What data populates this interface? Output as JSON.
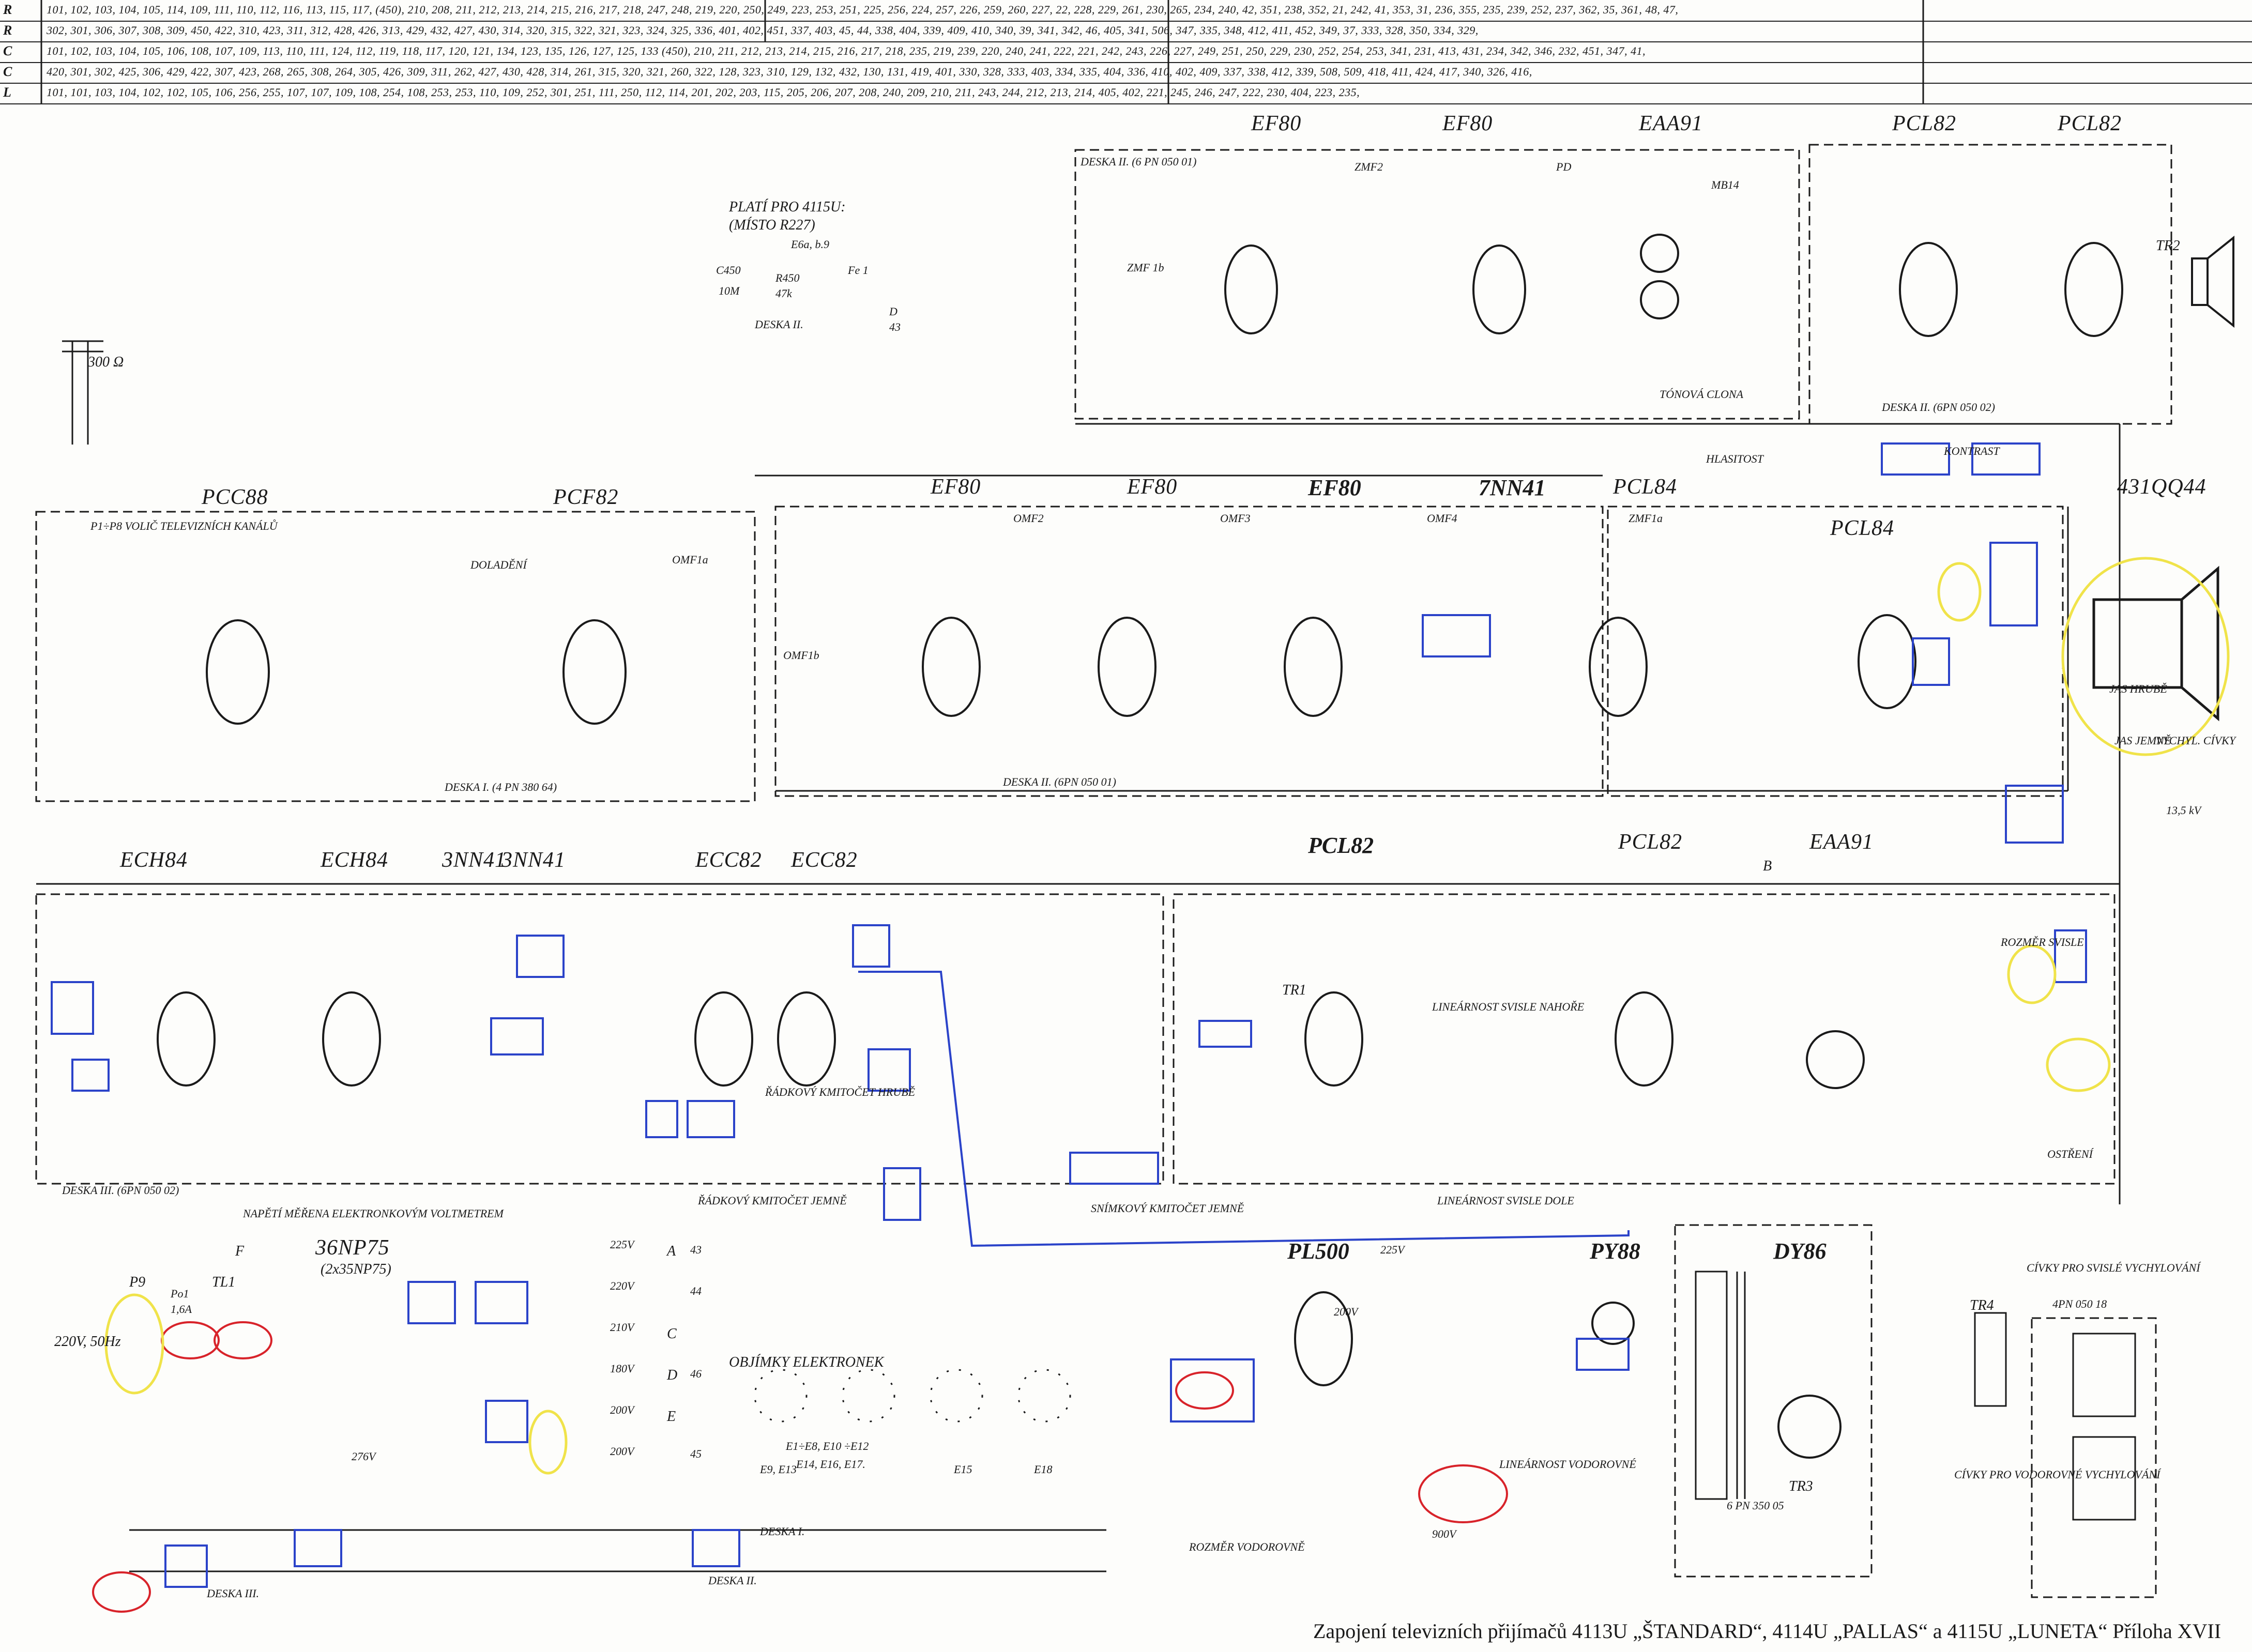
{
  "ref_table": {
    "rows": [
      {
        "key": "R",
        "text": "101, 102,   103,  104, 105,  114, 109,   111, 110,   112,   116, 113, 115,  117,      (450),  210, 208, 211, 212,   213, 214,  215,  216, 217,  218, 247, 248, 219, 220,  250, 249, 223,   253, 251,   225, 256, 224, 257, 226, 259, 260, 227, 22, 228, 229, 261, 230, 265, 234, 240, 42, 351, 238, 352, 21, 242, 41, 353, 31, 236, 355, 235, 239, 252, 237, 362, 35, 361, 48, 47,"
      },
      {
        "key": "R",
        "text": "302, 301,   306, 307,   308, 309, 450, 422, 310, 423, 311,   312, 428, 426, 313, 429, 432, 427, 430, 314, 320, 315, 322, 321, 323,   324, 325,   336,  401, 402, 451, 337, 403, 45, 44, 338, 404, 339,  409, 410,  340,  39,  341, 342, 46,  405, 341,   506, 347,   335, 348, 412,  411, 452, 349,  37, 333, 328, 350, 334, 329,"
      },
      {
        "key": "C",
        "text": "101, 102, 103, 104, 105,  106, 108, 107,  109,  113,  110,  111, 124,  112,   119,  118,  117, 120, 121,   134, 123,  135,  126, 127, 125, 133 (450), 210, 211, 212,   213,   214,   215, 216, 217, 218, 235,  219, 239, 220,   240, 241, 222, 221,  242, 243,  226, 227,  249, 251, 250, 229, 230,  252, 254, 253,  341, 231,   413, 431,  234,  342, 346, 232,  451, 347,   41,"
      },
      {
        "key": "C",
        "text": "420, 301, 302, 425, 306, 429, 422,   307, 423, 268, 265, 308,   264, 305, 426, 309,   311,   262, 427, 430, 428,   314, 261, 315, 320, 321, 260, 322, 128, 323, 310, 129,  132, 432,  130,   131,   419,   401, 330,   328, 333,   403, 334, 335, 404, 336, 410, 402, 409,   337,  338,  412,  339, 508, 509,   418, 411,   424, 417,  340, 326, 416,"
      },
      {
        "key": "L",
        "text": "101, 101, 103, 104, 102, 102, 105,   106,   256,   255, 107, 107, 109, 108, 254, 108, 253, 253, 110, 109, 252, 301,   251,  111,  250, 112,  114,  201,  202, 203, 115,   205, 206, 207, 208,  240,   209, 210, 211,   243, 244, 212, 213, 214,   405, 402, 221, 245, 246, 247, 222, 230, 404, 223,   235,"
      }
    ]
  },
  "tubes": {
    "pcc88": "PCC88",
    "pcf82": "PCF82",
    "ef80_1": "EF80",
    "ef80_2": "EF80",
    "eaa91_top": "EAA91",
    "pcl82_t1": "PCL82",
    "pcl82_t2": "PCL82",
    "ef80_3": "EF80",
    "ef80_4": "EF80",
    "ef80_5": "EF80",
    "nn41": "7NN41",
    "pcl84": "PCL84",
    "pcl84_b": "PCL84",
    "crt": "431QQ44",
    "ech84_1": "ECH84",
    "ech84_2": "ECH84",
    "nn41_3a": "3NN41",
    "nn41_3b": "3NN41",
    "ecc82_1": "ECC82",
    "ecc82_2": "ECC82",
    "pcl82_m": "PCL82",
    "pcl82_m2": "PCL82",
    "eaa91_m": "EAA91",
    "rect": "36NP75",
    "rect2": "(2x35NP75)",
    "pl500": "PL500",
    "py88": "PY88",
    "dy86": "DY86"
  },
  "labels": {
    "desk_top": "DESKA II. (6 PN 050 01)",
    "desk_top2": "DESKA II. (6PN 050 02)",
    "zmf2": "ZMF2",
    "pd": "PD",
    "mb14": "MB14",
    "zmf1b": "ZMF 1b",
    "platí": "PLATÍ PRO 4115U:",
    "misto": "(MÍSTO R227)",
    "deska_ii": "DESKA II.",
    "c450": "C450",
    "c450v": "10M",
    "r450": "R450",
    "r450v": "47k",
    "e6": "E6a, b.9",
    "fe1": "Fe 1",
    "d_term": "D",
    "n43": "43",
    "ohm300": "300 Ω",
    "volic": "P1÷P8 VOLIČ TELEVIZNÍCH KANÁLŮ",
    "desk1": "DESKA I. (4 PN 380 64)",
    "omf1a": "OMF1a",
    "omf1b": "OMF1b",
    "omf2": "OMF2",
    "omf3": "OMF3",
    "omf4": "OMF4",
    "zmf1a": "ZMF1a",
    "desk2b": "DESKA II. (6PN 050 01)",
    "doladeni": "DOLADĚNÍ",
    "hlasitost": "HLASITOST",
    "kontrast": "KONTRAST",
    "tonova": "TÓNOVÁ CLONA",
    "jas_hrube": "JAS HRUBĚ",
    "jas_jemne": "JAS JEMNĚ",
    "vychyl": "VYCHYL. CÍVKY",
    "kv": "13,5 kV",
    "desk3": "DESKA III. (6PN 050 02)",
    "napeti": "NAPĚTÍ MĚŘENA ELEKTRONKOVÝM VOLTMETREM",
    "radkovy_hrube": "ŘÁDKOVÝ KMITOČET HRUBĚ",
    "radkovy_jemne": "ŘÁDKOVÝ KMITOČET JEMNĚ",
    "snimkovy": "SNÍMKOVÝ KMITOČET JEMNĚ",
    "linearita_nahore": "LINEÁRNOST SVISLE NAHOŘE",
    "linearita_dole": "LINEÁRNOST SVISLE DOLE",
    "rozmer_svisle": "ROZMĚR SVISLE",
    "ostreni": "OSTŘENÍ",
    "civky_svisle": "CÍVKY PRO SVISLÉ VYCHYLOVÁNÍ",
    "civky_vodo": "CÍVKY PRO VODOROVNÉ VYCHYLOVÁNÍ",
    "desk_4pn": "4PN 050 18",
    "tr2": "TR2",
    "tr3": "TR3",
    "tr4": "TR4",
    "tr1": "TR1",
    "tl1": "TL1",
    "pn35005": "6 PN 350 05",
    "objimky": "OBJÍMKY ELEKTRONEK",
    "e1e8": "E1÷E8, E10 ÷E12",
    "e14e16": "E14, E16, E17.",
    "e9e13": "E9, E13",
    "e15": "E15",
    "e18": "E18",
    "linearita_vodo": "LINEÁRNOST VODOROVNÉ",
    "rozmer_vodo": "ROZMĚR VODOROVNĚ",
    "mains": "220V, 50Hz",
    "p9": "P9",
    "po1": "Po1",
    "po1v": "1,6A",
    "deska_iii_b": "DESKA III.",
    "deska_ii_b": "DESKA II.",
    "deska_i_b": "DESKA I.",
    "v225": "225V",
    "v220": "220V",
    "v210": "210V",
    "v180": "180V",
    "v200": "200V",
    "v200b": "200V",
    "v276": "276V",
    "v900": "900V",
    "v225b": "225V",
    "v200c": "200V",
    "term_a": "A",
    "term_b": "B",
    "term_c": "C",
    "term_d": "D",
    "term_e": "E",
    "term_f": "F",
    "n44": "44",
    "n45": "45",
    "n46": "46",
    "n43b": "43"
  },
  "caption": "Zapojení televizních přijímačů 4113U „ŠTANDARD“, 4114U „PALLAS“ a 4115U „LUNETA“ Příloha XVII",
  "colors": {
    "ink": "#1a1a1a",
    "blue": "#2b43c9",
    "red": "#d8232a",
    "yellow": "#f0e34a",
    "paper": "#fdfdfb"
  }
}
